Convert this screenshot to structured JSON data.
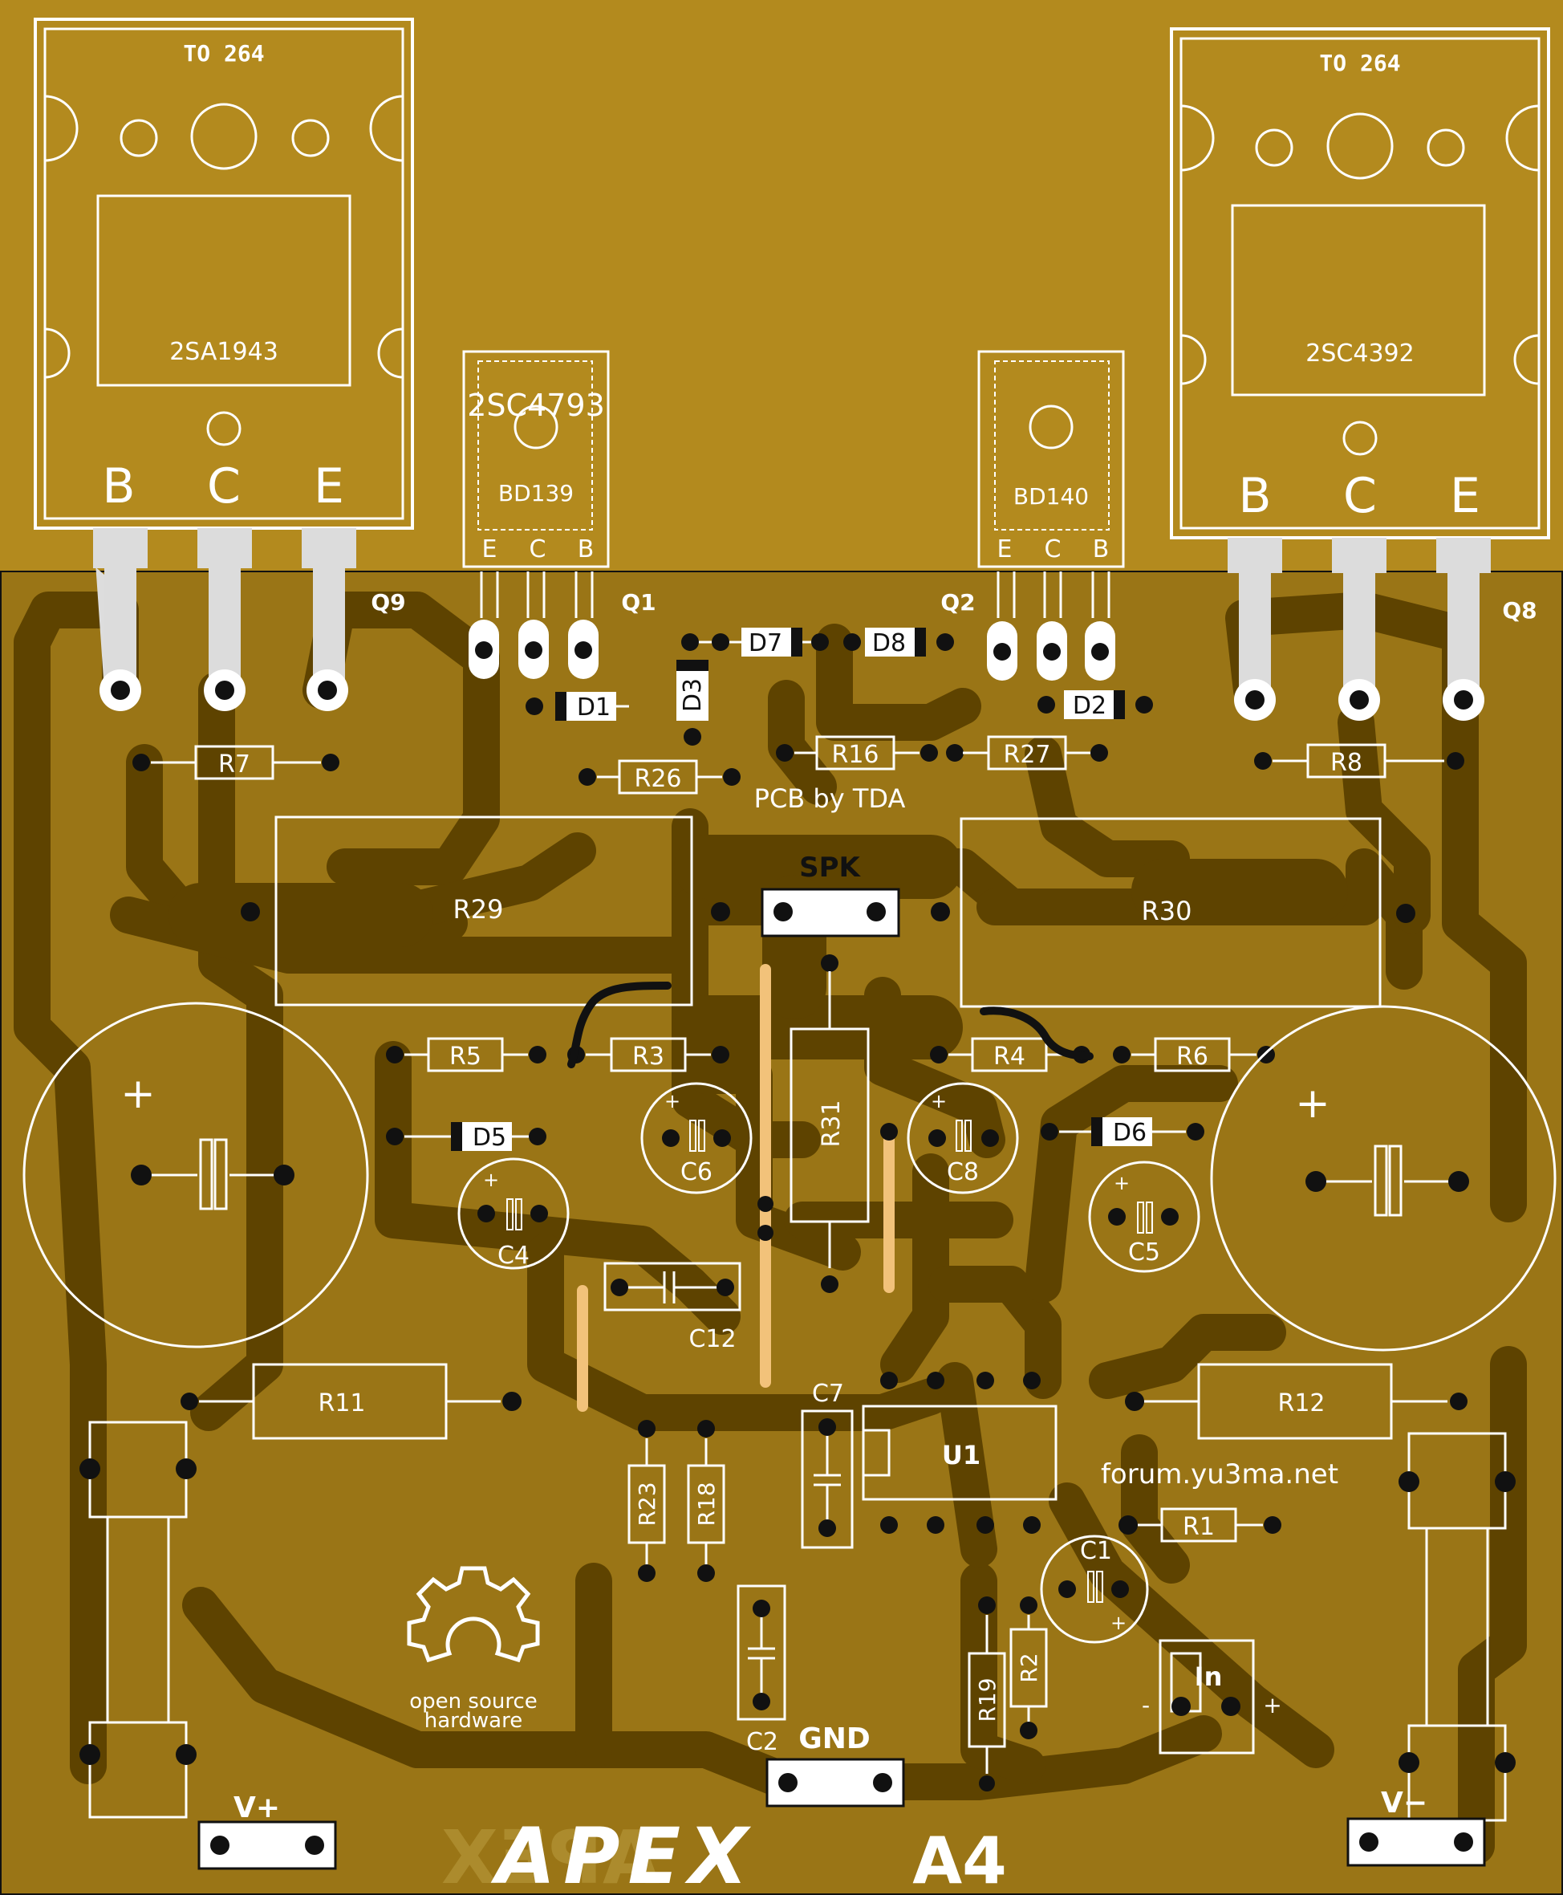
{
  "colors": {
    "board": "#9a7516",
    "board_top": "#b38a1e",
    "trace": "#5e4300",
    "silk": "#ffffff",
    "pad": "#111111",
    "jumper": "#f2c27a",
    "ink": "#111111"
  },
  "heatsink_left": {
    "package": "TO 264",
    "part": "2SA1943",
    "pins": [
      "B",
      "C",
      "E"
    ],
    "ref": "Q9"
  },
  "heatsink_right": {
    "package": "TO 264",
    "part": "2SC4392",
    "pins": [
      "B",
      "C",
      "E"
    ],
    "ref": "Q8"
  },
  "driver_left": {
    "part": "BD139",
    "overlay": "2SC4793",
    "pins": [
      "E",
      "C",
      "B"
    ],
    "ref": "Q1"
  },
  "driver_right": {
    "part": "BD140",
    "pins": [
      "E",
      "C",
      "B"
    ],
    "ref": "Q2"
  },
  "labels": {
    "credit": "PCB by TDA",
    "speaker": "SPK",
    "ground": "GND",
    "vplus": "V+",
    "vminus": "V−",
    "input": "In",
    "in_minus": "-",
    "in_plus": "+",
    "forum": "forum.yu3ma.net",
    "osh_line1": "open source",
    "osh_line2": "hardware",
    "brand": "APEX",
    "model": "A4",
    "cap_plus": "+"
  },
  "components": {
    "D7": "D7",
    "D8": "D8",
    "D1": "D1",
    "D3": "D3",
    "D2": "D2",
    "R7": "R7",
    "R26": "R26",
    "R16": "R16",
    "R27": "R27",
    "R8": "R8",
    "R29": "R29",
    "R30": "R30",
    "R31": "R31",
    "R5": "R5",
    "R3": "R3",
    "R4": "R4",
    "R6": "R6",
    "D5": "D5",
    "D6": "D6",
    "C6": "C6",
    "C8": "C8",
    "C4": "C4",
    "C5": "C5",
    "C12": "C12",
    "R11": "R11",
    "R12": "R12",
    "C7": "C7",
    "U1": "U1",
    "R23": "R23",
    "R18": "R18",
    "R1": "R1",
    "C1": "C1",
    "R2": "R2",
    "R19": "R19",
    "C2": "C2"
  }
}
